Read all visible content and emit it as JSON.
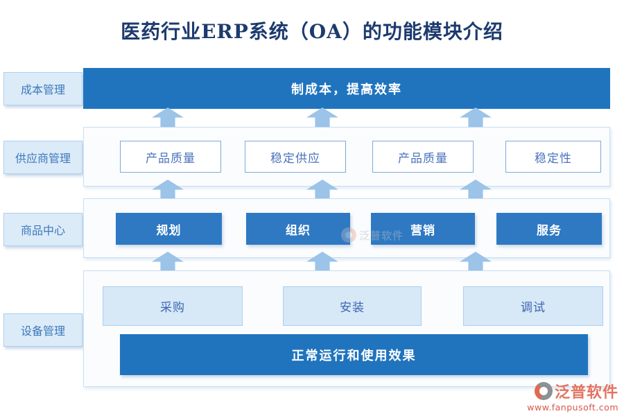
{
  "title": "医药行业ERP系统（OA）的功能模块介绍",
  "colors": {
    "title_text": "#1d3a6e",
    "bar_blue": "#2074be",
    "box_blue": "#2e79c2",
    "light_blue_fill": "#d7e8f7",
    "label_fill": "#dcebf8",
    "arrow_blue": "#9cc3e8",
    "white_box_border": "#7fa9d9",
    "logo_red": "#e4745f"
  },
  "left_labels": [
    {
      "label": "成本管理"
    },
    {
      "label": "供应商管理"
    },
    {
      "label": "商品中心"
    },
    {
      "label": "设备管理"
    }
  ],
  "top_bar": {
    "label": "制成本，提高效率"
  },
  "supplier_row": {
    "boxes": [
      {
        "label": "产品质量"
      },
      {
        "label": "稳定供应"
      },
      {
        "label": "产品质量"
      },
      {
        "label": "稳定性"
      }
    ]
  },
  "product_row": {
    "boxes": [
      {
        "label": "规划"
      },
      {
        "label": "组织"
      },
      {
        "label": "营销"
      },
      {
        "label": "服务"
      }
    ]
  },
  "equipment_row": {
    "boxes": [
      {
        "label": "采购"
      },
      {
        "label": "安装"
      },
      {
        "label": "调试"
      }
    ]
  },
  "bottom_bar": {
    "label": "正常运行和使用效果"
  },
  "watermark": {
    "text": "泛普软件"
  },
  "footer_logo": {
    "name": "泛普软件",
    "url": "www.fanpusoft.com"
  }
}
